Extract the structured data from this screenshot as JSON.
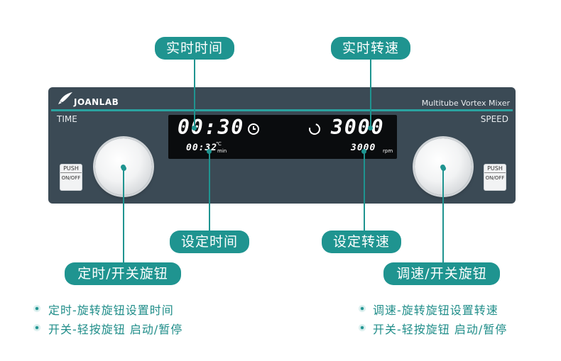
{
  "callouts": {
    "realtime_time": "实时时间",
    "realtime_speed": "实时转速",
    "set_time": "设定时间",
    "set_speed": "设定转速",
    "timer_knob": "定时/开关旋钮",
    "speed_knob": "调速/开关旋钮"
  },
  "panel": {
    "brand": "JOANLAB",
    "product": "Multitube Vortex Mixer",
    "left_label": "TIME",
    "right_label": "SPEED",
    "push_left": {
      "label": "PUSH",
      "on": "ON",
      "off": "OFF"
    },
    "push_right": {
      "label": "PUSH",
      "on": "ON",
      "off": "OFF"
    }
  },
  "display": {
    "time_main": "00:30",
    "speed_main": "3000",
    "time_set": "00:32",
    "time_unit_top": "℃",
    "time_unit_bottom": "min",
    "speed_set": "3000",
    "speed_unit": "rpm",
    "clock_icon": "clock-icon",
    "rotate_icon": "rotate-icon"
  },
  "descriptions": {
    "left": [
      "定时-旋转旋钮设置时间",
      "开关-轻按旋钮 启动/暂停"
    ],
    "right": [
      "调速-旋转旋钮设置转速",
      "开关-轻按旋钮 启动/暂停"
    ]
  },
  "colors": {
    "accent": "#1f9490",
    "panel": "#3b4a55",
    "display": "#0a0c0e"
  }
}
